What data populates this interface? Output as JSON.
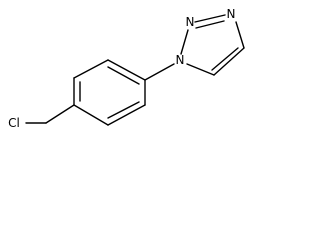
{
  "molecule": {
    "atoms": {
      "chlorine": "Cl",
      "triazole_n1": "N",
      "triazole_n2": "N",
      "triazole_n3": "N"
    },
    "colors": {
      "bond": "#000000",
      "label": "#000000",
      "background": "#ffffff"
    }
  }
}
